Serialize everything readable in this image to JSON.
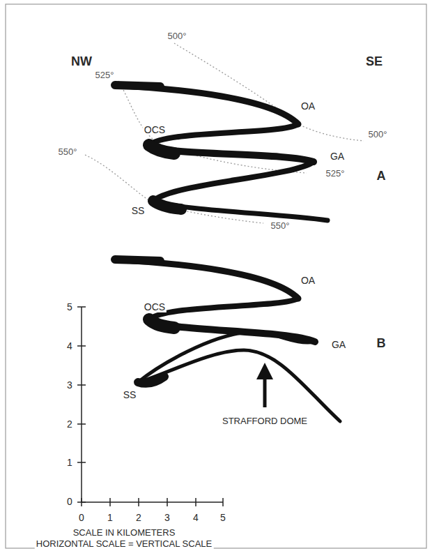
{
  "diagram": {
    "labels": [
      "NW",
      "SE",
      "500°",
      "525°",
      "OA",
      "OCS",
      "500°",
      "550°",
      "GA",
      "525°",
      "A",
      "SS",
      "550°",
      "OA",
      "OCS",
      "GA",
      "B",
      "5",
      "4",
      "3",
      "2",
      "1",
      "SS",
      "STRAFFORD DOME",
      "0",
      "0",
      "1",
      "2",
      "3",
      "4",
      "5",
      "SCALE IN KILOMETERS",
      "HORIZONTAL SCALE = VERTICAL SCALE"
    ]
  }
}
